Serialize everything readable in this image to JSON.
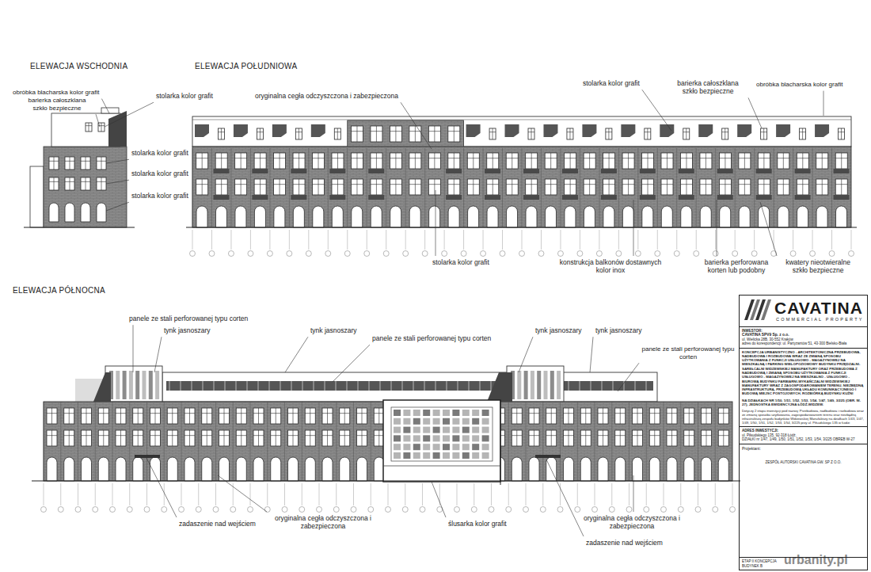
{
  "diagram": {
    "nodes": [
      {
        "text": [
          "CAVATINA",
          "COMMERCIAL PROPERTY"
        ]
      },
      {
        "text": [
          "INWESTOR:",
          "CAVATINA SPV9 Sp. z o.o.",
          "ul. Wielicka 28B, 30-552 Kraków",
          "adres do korespondencji: ul. Partyzantów 51, 43-300 Bielsko-Biała"
        ],
        "in": 0
      },
      {
        "text": [
          "KONCEPCJA URBANISTYCZNO - ARCHITEKTONICZNA PRZEBUDOWA, NADBUDOWA I ROZBUDOWA WRAZ ZE ZMIANĄ SPOSOBU UŻYTKOWANIA Z FUNKCJI USŁUGOWO - MAGAZYNOWEJ NA MIESZKALNĄ I PARKING WIELOPOZIOMOWY BUDYNKU PRZĘDZALNI-SAREŁCALNI WIDZEWSKIEJ MANUFAKTURY ORAZ PRZEBUDOWA Z NADBUDOWĄ I ZMIANĄ SPOSOBU UŻYTKOWANIA Z FUNKCJI USŁUGOWO - MAGAZYNOWEJ NA MIESZKALNO - USŁUGOWO - BIUROWĄ BUDYNKU FARBIARNI-WYKAŃCZALNI WIDZEWSKIEJ MANUFAKTURY WRAZ Z ZAGOSPODAROWANIEM TERENU, NIEZBĘDNĄ INFRASTRUKTURĄ, PRZEBUDOWĄ UKŁADU KOMUNIKACYJNEGO I BUDOWĄ MIEJSC POSTOJOWYCH, ROZBIÓRKĄ BUDYNKU KUŹNI",
          "NA DZIAŁKACH NR 1/50, 1/51, 1/52, 1/53, 1/54, 1/47, 1/49, 3/225 (OBR. W-27), JEDNOSTKA EWIDENCYJNA ŁÓDŹ-WIDZEW.",
          "Dotyczy 2 etapu inwestycji pod nazwą: Przebudowa, nadbudowa i rozbudowa wraz ze zmianą sposobu użytkowania, zagospodarowaniem terenu oraz niezbędną infrastrukturą zespołu budynków Widzewskiej Manufaktury na działkach 1/43, 1/47, 1/49, 1/50, 1/51, 1/52, 1/53, 1/54, 3/225 przy ul. Piłsudskiego 135 w Łodzi"
        ],
        "in": 0
      },
      {
        "text": [
          "ADRES INWESTYCJI:",
          "ul. Piłsudskiego 135, 92-318 Łódź,",
          "DZIAŁKI nr 1/47, 1/49, 1/50, 1/51, 1/52, 1/53, 1/54, 3/225 OBREB W-27"
        ],
        "in": 0
      },
      {
        "text": [
          "Projektant:",
          "ZESPÓŁ AUTORSKI CAVATINA GW. SP Z O.O."
        ],
        "in": 0
      },
      {
        "text": [
          "ETAP II KONCEPCJA",
          "BUDYNEK B"
        ],
        "in": 0
      }
    ],
    "labels": [
      "ELEWACJA WSCHODNIA",
      "ELEWACJA POŁUDNIOWA",
      "ELEWACJA PÓŁNOCNA",
      "obróbka blacharska kolor grafit",
      "barierka całoszklana szkło bezpieczne",
      "stolarka kolor grafit",
      "stolarka kolor grafit",
      "stolarka kolor grafit",
      "stolarka kolor grafit",
      "oryginalna cegła odczyszczona i zabezpieczona",
      "stolarka kolor grafit",
      "barierka całoszklana szkło bezpieczne",
      "obróbka blacharska kolor grafit",
      "stolarka kolor grafit",
      "konstrukcja balkonów dostawnych kolor inox",
      "barierka perforowana korten lub podobny",
      "kwatery nieotwieralne szkło bezpieczne",
      "panele ze stali perforowanej typu corten",
      "tynk jasnoszary",
      "tynk jasnoszary",
      "panele ze stali perforowanej typu corten",
      "tynk jasnoszary",
      "tynk jasnoszary",
      "panele ze stali perforowanej typu corten",
      "zadaszenie nad wejściem",
      "oryginalna cegła odczyszczona i zabezpieczona",
      "ślusarka kolor grafit",
      "oryginalna cegła odczyszczona i zabezpieczona",
      "zadaszenie nad wejściem",
      "urbanity.pl"
    ]
  }
}
